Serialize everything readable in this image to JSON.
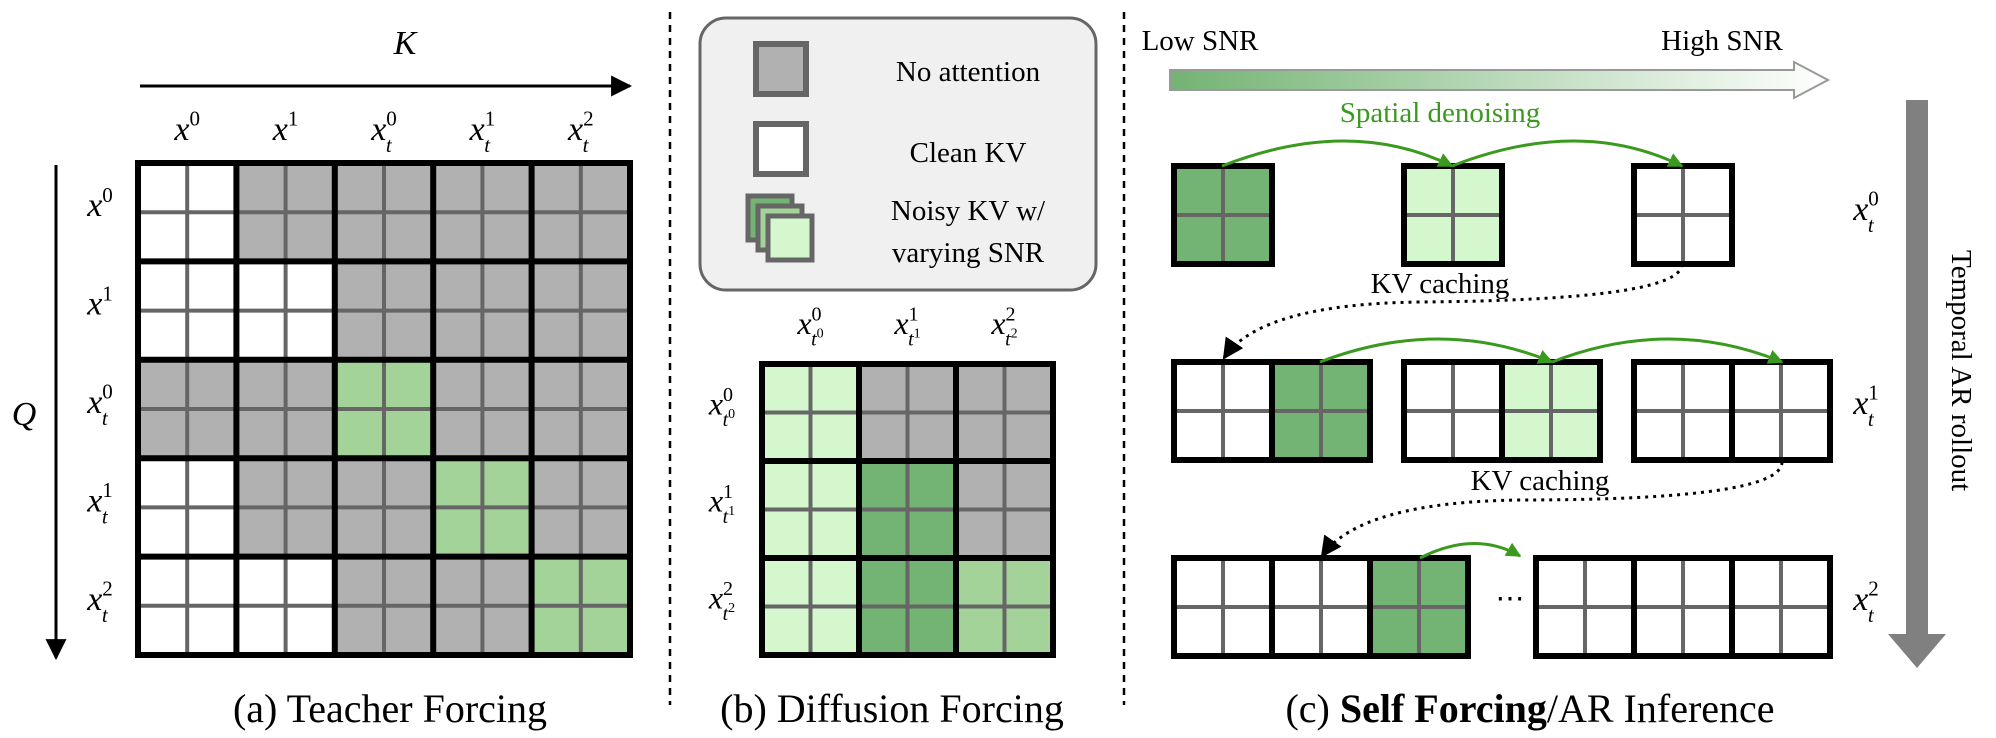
{
  "colors": {
    "gray": "#b1b1b1",
    "white": "#ffffff",
    "light_green": "#d4f7cd",
    "mid_green": "#a3d399",
    "dark_green": "#73b373",
    "border": "#000000",
    "inner_line": "#666666",
    "arrow_green": "#3a9a1e",
    "rollout_arrow": "#808080"
  },
  "panel_a": {
    "k_label": "K",
    "q_label": "Q",
    "col_labels": [
      {
        "base": "x",
        "sup": "0",
        "sub": ""
      },
      {
        "base": "x",
        "sup": "1",
        "sub": ""
      },
      {
        "base": "x",
        "sup": "0",
        "sub": "t"
      },
      {
        "base": "x",
        "sup": "1",
        "sub": "t"
      },
      {
        "base": "x",
        "sup": "2",
        "sub": "t"
      }
    ],
    "row_labels": [
      {
        "base": "x",
        "sup": "0",
        "sub": ""
      },
      {
        "base": "x",
        "sup": "1",
        "sub": ""
      },
      {
        "base": "x",
        "sup": "0",
        "sub": "t"
      },
      {
        "base": "x",
        "sup": "1",
        "sub": "t"
      },
      {
        "base": "x",
        "sup": "2",
        "sub": "t"
      }
    ],
    "matrix": [
      [
        "white",
        "gray",
        "gray",
        "gray",
        "gray"
      ],
      [
        "white",
        "white",
        "gray",
        "gray",
        "gray"
      ],
      [
        "gray",
        "gray",
        "mid_green",
        "gray",
        "gray"
      ],
      [
        "white",
        "gray",
        "gray",
        "mid_green",
        "gray"
      ],
      [
        "white",
        "white",
        "gray",
        "gray",
        "mid_green"
      ]
    ],
    "caption": "(a) Teacher Forcing"
  },
  "panel_b": {
    "legend": [
      {
        "kind": "gray",
        "label": "No attention"
      },
      {
        "kind": "white",
        "label": "Clean KV"
      },
      {
        "kind": "noisy",
        "label_line1": "Noisy KV w/",
        "label_line2": "varying SNR"
      }
    ],
    "col_labels": [
      {
        "base": "x",
        "sup": "0",
        "sub": "t",
        "subsup": "0"
      },
      {
        "base": "x",
        "sup": "1",
        "sub": "t",
        "subsup": "1"
      },
      {
        "base": "x",
        "sup": "2",
        "sub": "t",
        "subsup": "2"
      }
    ],
    "row_labels": [
      {
        "base": "x",
        "sup": "0",
        "sub": "t",
        "subsup": "0"
      },
      {
        "base": "x",
        "sup": "1",
        "sub": "t",
        "subsup": "1"
      },
      {
        "base": "x",
        "sup": "2",
        "sub": "t",
        "subsup": "2"
      }
    ],
    "matrix": [
      [
        "light_green",
        "gray",
        "gray"
      ],
      [
        "light_green",
        "dark_green",
        "gray"
      ],
      [
        "light_green",
        "dark_green",
        "mid_green"
      ]
    ],
    "caption": "(b) Diffusion Forcing"
  },
  "panel_c": {
    "low_snr": "Low SNR",
    "high_snr": "High SNR",
    "spatial_denoising": "Spatial denoising",
    "kv_caching": "KV caching",
    "temporal": "Temporal AR rollout",
    "ellipsis": "⋯",
    "row_labels": [
      {
        "base": "x",
        "sup": "0",
        "sub": "t"
      },
      {
        "base": "x",
        "sup": "1",
        "sub": "t"
      },
      {
        "base": "x",
        "sup": "2",
        "sub": "t"
      }
    ],
    "caption_bold": "Self Forcing",
    "caption_rest": "/AR Inference",
    "caption_prefix": "(c) "
  }
}
